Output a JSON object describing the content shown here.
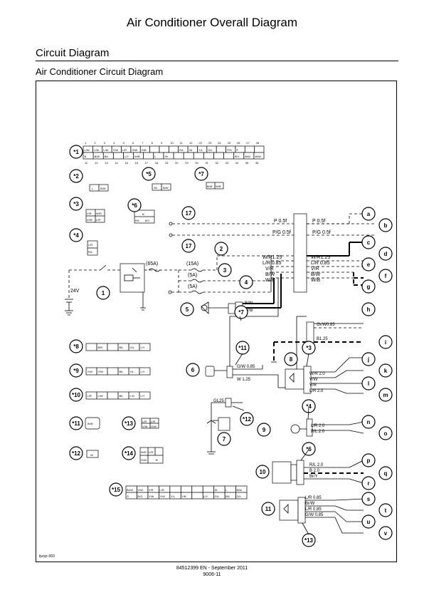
{
  "page": {
    "title": "Air Conditioner Overall Diagram",
    "section": "Circuit Diagram",
    "subtitle": "Air Conditioner Circuit Diagram",
    "footer_line1": "84512399 EN - September 2011",
    "footer_line2": "9006-11"
  },
  "diagram": {
    "code": "tjvoyr-003",
    "battery_label": "24V",
    "fuses": {
      "main": "(65A)",
      "f15": "(15A)",
      "f5a": "(5A)",
      "f5b": "(5A)"
    },
    "connector_labels": [
      "*1",
      "*2",
      "*3",
      "*4",
      "*5",
      "*6",
      "*7",
      "*8",
      "*9",
      "*10",
      "*11",
      "*12",
      "*13",
      "*14",
      "*15"
    ],
    "components": [
      "1",
      "2",
      "3",
      "4",
      "5",
      "6",
      "7",
      "8",
      "9",
      "10",
      "11",
      "17",
      "17"
    ],
    "terminals": [
      "a",
      "b",
      "c",
      "d",
      "e",
      "f",
      "g",
      "h",
      "i",
      "j",
      "k",
      "l",
      "m",
      "n",
      "o",
      "p",
      "q",
      "r",
      "s",
      "t",
      "u",
      "v"
    ],
    "wires_top": [
      "P 0.5f",
      "P/G 0.5f",
      "W/R1.25",
      "L/R 0.85",
      "V/R",
      "B/W",
      "W/B"
    ],
    "wires_right": [
      "P 0.5f",
      "P/G 0.5f",
      "W/R1.25",
      "L/R 0.85",
      "V/R",
      "B/W",
      "W/B"
    ],
    "wires_sensor": [
      "B/W",
      "W/B"
    ],
    "wires_6": [
      "G/W 0.85",
      "W 1.25"
    ],
    "wire_gl": "GL25",
    "wires_h": [
      "Gr/W0.85",
      "B1.25"
    ],
    "wires_8": [
      "W/R 2.0",
      "V/W",
      "V/R",
      "L/R 2.0"
    ],
    "wires_9": [
      "L/R 2.0",
      "R/L 2.0"
    ],
    "wires_10": [
      "R/L 2.0",
      "B 2.0",
      "Br/Y"
    ],
    "wires_11": [
      "L/R 0.85",
      "Br/W",
      "L/R 0.85",
      "G/W 0.85"
    ],
    "pin_row_top": [
      "1",
      "2",
      "3",
      "4",
      "5",
      "6",
      "7",
      "8",
      "9",
      "10",
      "11",
      "12",
      "22",
      "23",
      "24",
      "25",
      "26",
      "27",
      "28"
    ],
    "pin_row_bottom": [
      "11",
      "12",
      "13",
      "14",
      "15",
      "16",
      "17",
      "18",
      "19",
      "20",
      "29",
      "30",
      "31",
      "32",
      "33",
      "34",
      "35",
      "36"
    ],
    "conn1_cells_top": [
      "L/W",
      "L/W",
      "L/W",
      "Y/W",
      "L/R",
      "G/W",
      "G/B",
      "",
      "",
      "",
      "R/L",
      "30",
      "Y/L",
      "G/L",
      "",
      "P/G",
      "P",
      "",
      ""
    ],
    "conn1_cells_bottom": [
      "B",
      "B/W",
      "B/L",
      "",
      "L/Y",
      "W/B",
      "",
      "L",
      "2b",
      "",
      "",
      "",
      "",
      "",
      "",
      "B/Y",
      "B/W",
      "W/W"
    ],
    "conn2_cells": [
      "L",
      "B/W"
    ],
    "conn3_cells": [
      "V/R",
      "W/R",
      "V/W",
      "L/R"
    ],
    "conn4_cells": [
      "L/R",
      "R/L"
    ],
    "conn5_cells": [
      "Sb",
      "B/W"
    ],
    "conn6_cells": [
      "B",
      "R/L",
      "B/Y"
    ],
    "conn7_cells": [
      "B/W",
      "W/B"
    ],
    "conn8_cells": [
      "",
      "B/R",
      "",
      "B/L",
      "G/L",
      "L/Y"
    ],
    "conn9_cells": [
      "Y/W",
      "Y/W",
      "",
      "B/L",
      "Y/L",
      "L/Y"
    ],
    "conn10_cells": [
      "L/R",
      "L/W",
      "",
      "B/L",
      "L/G",
      "L/Y"
    ],
    "conn11_cells": [
      "B/W"
    ],
    "conn12_cells": [
      "W"
    ],
    "conn13_cells": [
      "L/R",
      "L/R",
      "V/W",
      "G/W"
    ],
    "conn14_cells": [
      "W/R",
      "L/R",
      "G/W",
      "",
      "B"
    ],
    "conn15_top": [
      "Br/W",
      "V/W",
      "V/R",
      "L/R",
      "",
      "",
      "",
      "",
      "St",
      "L",
      "B/W"
    ],
    "conn15_bottom": [
      "G",
      "R/G",
      "Y/W",
      "Y/W",
      "Y/L",
      "Y/B",
      "",
      "L/Y",
      "G/L",
      "B/L",
      "G/L"
    ]
  }
}
